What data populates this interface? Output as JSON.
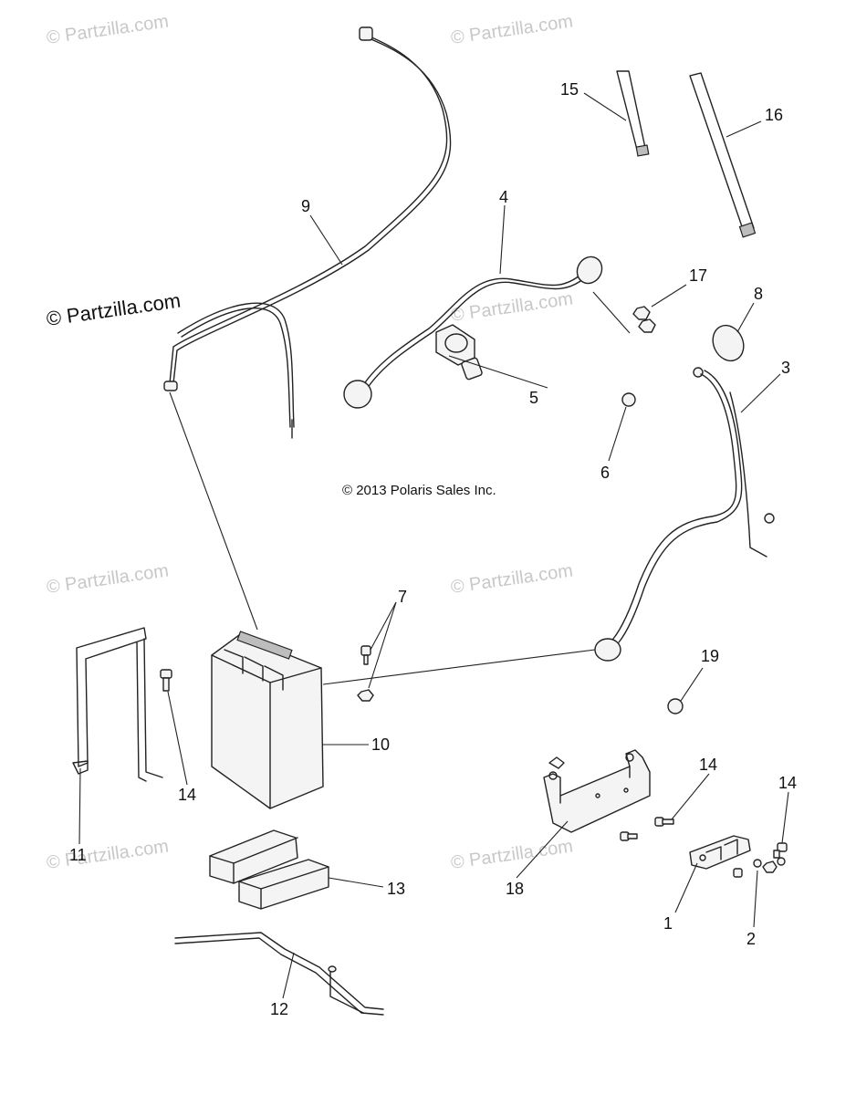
{
  "watermarks": [
    "© Partzilla.com",
    "© Partzilla.com",
    "© Partzilla.com",
    "© Partzilla.com",
    "© Partzilla.com",
    "© Partzilla.com",
    "© Partzilla.com"
  ],
  "main_watermark": "© Partzilla.com",
  "copyright": "© 2013 Polaris Sales Inc.",
  "callouts": [
    "15",
    "16",
    "9",
    "4",
    "17",
    "8",
    "3",
    "5",
    "6",
    "7",
    "19",
    "10",
    "14",
    "14",
    "14",
    "11",
    "13",
    "18",
    "1",
    "2",
    "12"
  ]
}
